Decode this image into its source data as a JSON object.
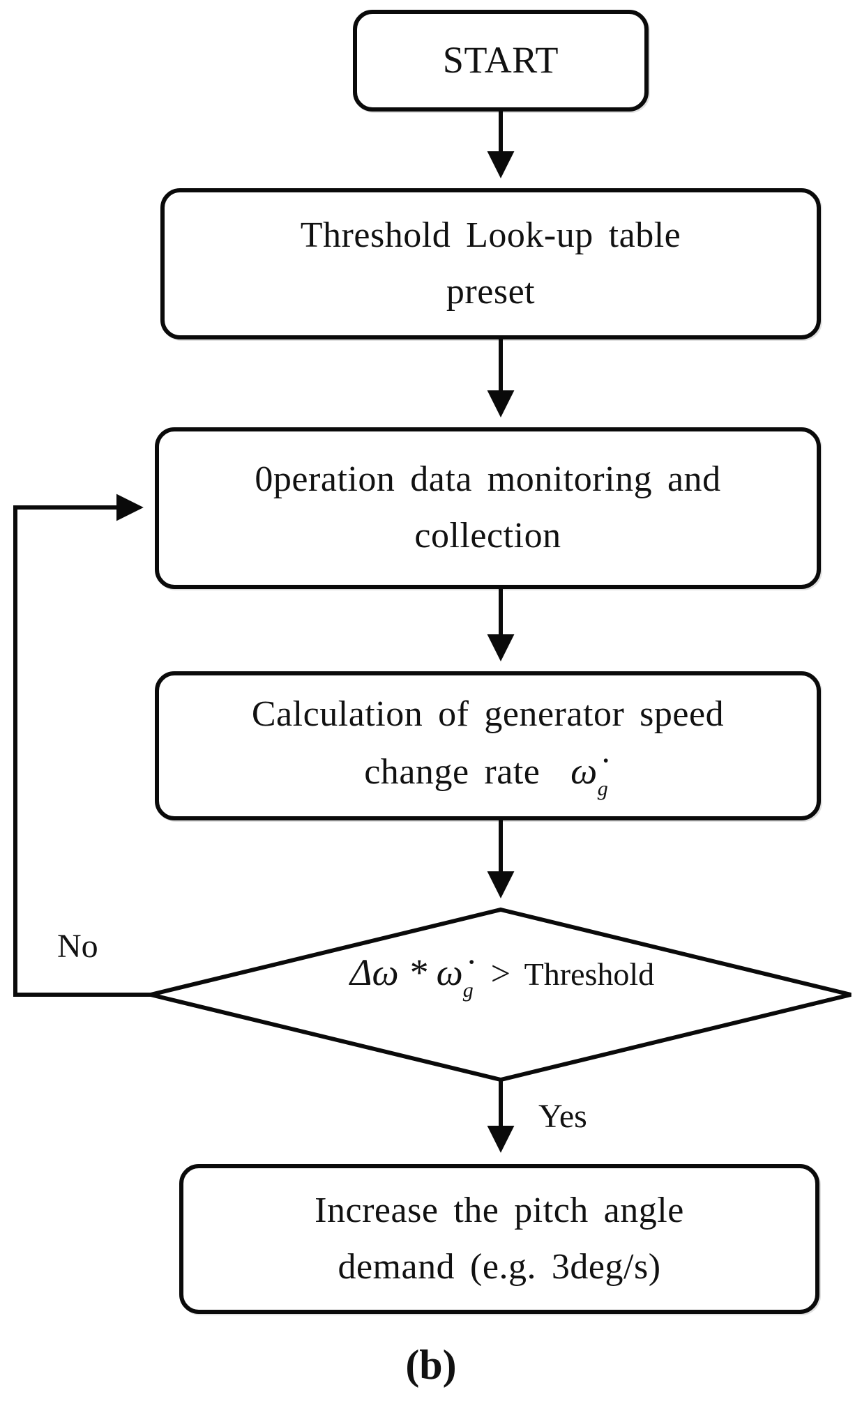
{
  "flowchart": {
    "nodes": {
      "start": {
        "label": "START"
      },
      "preset": {
        "line1": "Threshold Look-up table",
        "line2": "preset"
      },
      "monitor": {
        "line1": "0peration data monitoring and",
        "line2": "collection"
      },
      "calc": {
        "line1": "Calculation of generator speed",
        "line2_prefix": "change rate",
        "omega_dot": "ω̇",
        "omega_sub": "g"
      },
      "decision": {
        "math_prefix": "Δω * ",
        "omega_dot": "ω̇",
        "omega_sub": "g",
        "comparator": ">",
        "threshold": "Threshold"
      },
      "action": {
        "line1": "Increase the pitch angle",
        "line2": "demand (e.g. 3deg/s)"
      }
    },
    "edge_labels": {
      "no": "No",
      "yes": "Yes"
    },
    "caption": "(b)",
    "colors": {
      "stroke": "#000000",
      "text": "#111111",
      "background": "#ffffff"
    }
  }
}
